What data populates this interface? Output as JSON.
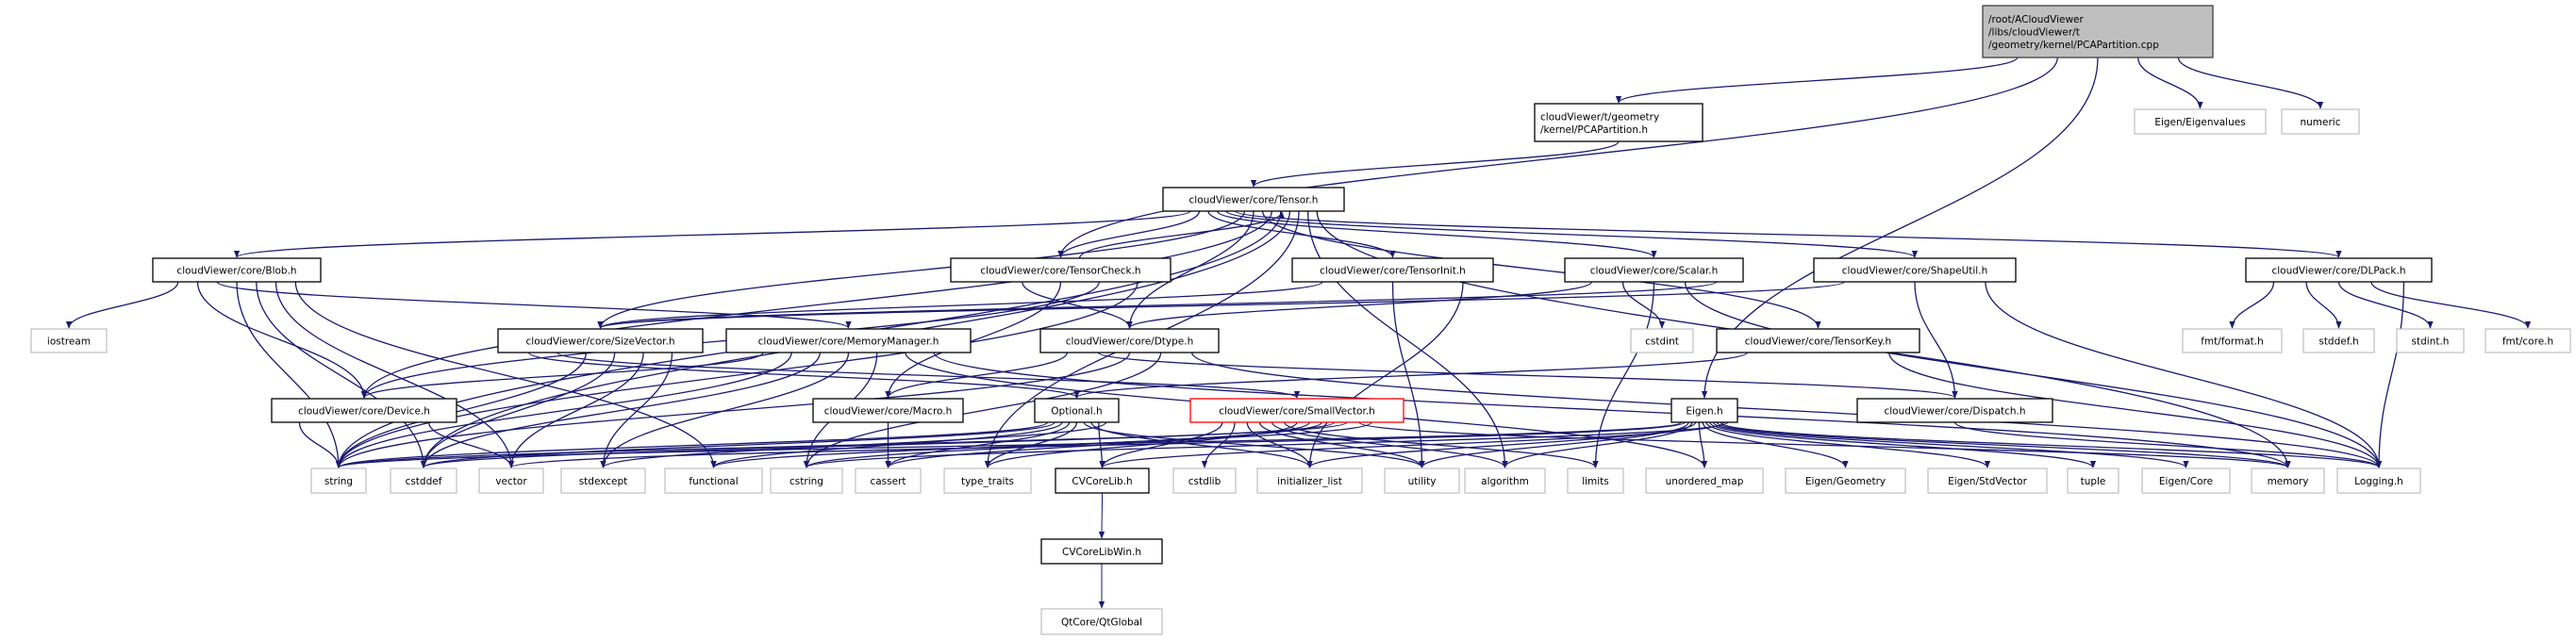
{
  "colors": {
    "edge": "#191970",
    "node_border": "#000000",
    "external_border": "#bfbfbf",
    "highlight_border": "#ff0000",
    "root_fill": "#bfbfbf",
    "root_border": "#404040"
  },
  "nodes": [
    {
      "id": "root",
      "label": [
        "/root/ACloudViewer",
        "/libs/cloudViewer/t",
        "/geometry/kernel/PCAPartition.cpp"
      ],
      "kind": "root"
    },
    {
      "id": "pcah",
      "label": [
        "cloudViewer/t/geometry",
        "/kernel/PCAPartition.h"
      ],
      "kind": "file"
    },
    {
      "id": "eigenvalues",
      "label": [
        "Eigen/Eigenvalues"
      ],
      "kind": "external"
    },
    {
      "id": "numeric",
      "label": [
        "numeric"
      ],
      "kind": "external"
    },
    {
      "id": "tensor",
      "label": [
        "cloudViewer/core/Tensor.h"
      ],
      "kind": "file"
    },
    {
      "id": "blob",
      "label": [
        "cloudViewer/core/Blob.h"
      ],
      "kind": "file"
    },
    {
      "id": "tensorcheck",
      "label": [
        "cloudViewer/core/TensorCheck.h"
      ],
      "kind": "file"
    },
    {
      "id": "tensorinit",
      "label": [
        "cloudViewer/core/TensorInit.h"
      ],
      "kind": "file"
    },
    {
      "id": "scalar",
      "label": [
        "cloudViewer/core/Scalar.h"
      ],
      "kind": "file"
    },
    {
      "id": "shapeutil",
      "label": [
        "cloudViewer/core/ShapeUtil.h"
      ],
      "kind": "file"
    },
    {
      "id": "dlpack",
      "label": [
        "cloudViewer/core/DLPack.h"
      ],
      "kind": "file"
    },
    {
      "id": "iostream",
      "label": [
        "iostream"
      ],
      "kind": "external"
    },
    {
      "id": "sizevector",
      "label": [
        "cloudViewer/core/SizeVector.h"
      ],
      "kind": "file"
    },
    {
      "id": "memorymanager",
      "label": [
        "cloudViewer/core/MemoryManager.h"
      ],
      "kind": "file"
    },
    {
      "id": "dtype",
      "label": [
        "cloudViewer/core/Dtype.h"
      ],
      "kind": "file"
    },
    {
      "id": "cstdint",
      "label": [
        "cstdint"
      ],
      "kind": "external"
    },
    {
      "id": "tensorkey",
      "label": [
        "cloudViewer/core/TensorKey.h"
      ],
      "kind": "file"
    },
    {
      "id": "fmtformat",
      "label": [
        "fmt/format.h"
      ],
      "kind": "external"
    },
    {
      "id": "stddef",
      "label": [
        "stddef.h"
      ],
      "kind": "external"
    },
    {
      "id": "stdint",
      "label": [
        "stdint.h"
      ],
      "kind": "external"
    },
    {
      "id": "fmtcore",
      "label": [
        "fmt/core.h"
      ],
      "kind": "external"
    },
    {
      "id": "device",
      "label": [
        "cloudViewer/core/Device.h"
      ],
      "kind": "file"
    },
    {
      "id": "macro",
      "label": [
        "cloudViewer/core/Macro.h"
      ],
      "kind": "file"
    },
    {
      "id": "optional",
      "label": [
        "Optional.h"
      ],
      "kind": "file"
    },
    {
      "id": "smallvector",
      "label": [
        "cloudViewer/core/SmallVector.h"
      ],
      "kind": "highlight"
    },
    {
      "id": "eigen",
      "label": [
        "Eigen.h"
      ],
      "kind": "file"
    },
    {
      "id": "dispatch",
      "label": [
        "cloudViewer/core/Dispatch.h"
      ],
      "kind": "file"
    },
    {
      "id": "string",
      "label": [
        "string"
      ],
      "kind": "external"
    },
    {
      "id": "cstddef",
      "label": [
        "cstddef"
      ],
      "kind": "external"
    },
    {
      "id": "vector",
      "label": [
        "vector"
      ],
      "kind": "external"
    },
    {
      "id": "stdexcept",
      "label": [
        "stdexcept"
      ],
      "kind": "external"
    },
    {
      "id": "functional",
      "label": [
        "functional"
      ],
      "kind": "external"
    },
    {
      "id": "cstring",
      "label": [
        "cstring"
      ],
      "kind": "external"
    },
    {
      "id": "cassert",
      "label": [
        "cassert"
      ],
      "kind": "external"
    },
    {
      "id": "type_traits",
      "label": [
        "type_traits"
      ],
      "kind": "external"
    },
    {
      "id": "cvcorelib",
      "label": [
        "CVCoreLib.h"
      ],
      "kind": "file"
    },
    {
      "id": "cstdlib",
      "label": [
        "cstdlib"
      ],
      "kind": "external"
    },
    {
      "id": "initializer_list",
      "label": [
        "initializer_list"
      ],
      "kind": "external"
    },
    {
      "id": "utility",
      "label": [
        "utility"
      ],
      "kind": "external"
    },
    {
      "id": "algorithm",
      "label": [
        "algorithm"
      ],
      "kind": "external"
    },
    {
      "id": "limits",
      "label": [
        "limits"
      ],
      "kind": "external"
    },
    {
      "id": "unordered_map",
      "label": [
        "unordered_map"
      ],
      "kind": "external"
    },
    {
      "id": "eigengeometry",
      "label": [
        "Eigen/Geometry"
      ],
      "kind": "external"
    },
    {
      "id": "eigenstdvector",
      "label": [
        "Eigen/StdVector"
      ],
      "kind": "external"
    },
    {
      "id": "tuple",
      "label": [
        "tuple"
      ],
      "kind": "external"
    },
    {
      "id": "eigencore",
      "label": [
        "Eigen/Core"
      ],
      "kind": "external"
    },
    {
      "id": "memory",
      "label": [
        "memory"
      ],
      "kind": "external"
    },
    {
      "id": "logging",
      "label": [
        "Logging.h"
      ],
      "kind": "external"
    },
    {
      "id": "cvcorelibwin",
      "label": [
        "CVCoreLibWin.h"
      ],
      "kind": "file"
    },
    {
      "id": "qtglobal",
      "label": [
        "QtCore/QtGlobal"
      ],
      "kind": "external"
    }
  ],
  "edges": [
    [
      "root",
      "pcah"
    ],
    [
      "root",
      "tensorcheck"
    ],
    [
      "root",
      "eigen"
    ],
    [
      "root",
      "eigenvalues"
    ],
    [
      "root",
      "numeric"
    ],
    [
      "pcah",
      "tensor"
    ],
    [
      "tensor",
      "blob"
    ],
    [
      "tensor",
      "tensorcheck"
    ],
    [
      "tensor",
      "tensorinit"
    ],
    [
      "tensor",
      "scalar"
    ],
    [
      "tensor",
      "shapeutil"
    ],
    [
      "tensor",
      "dlpack"
    ],
    [
      "tensor",
      "sizevector"
    ],
    [
      "tensor",
      "dtype"
    ],
    [
      "tensor",
      "tensorkey"
    ],
    [
      "tensor",
      "device"
    ],
    [
      "tensor",
      "string"
    ],
    [
      "tensor",
      "cstddef"
    ],
    [
      "tensor",
      "type_traits"
    ],
    [
      "tensor",
      "algorithm"
    ],
    [
      "tensor",
      "memory"
    ],
    [
      "tensorcheck",
      "tensor"
    ],
    [
      "tensorcheck",
      "dtype"
    ],
    [
      "tensorcheck",
      "macro"
    ],
    [
      "tensorcheck",
      "device"
    ],
    [
      "tensorcheck",
      "string"
    ],
    [
      "blob",
      "iostream"
    ],
    [
      "blob",
      "device"
    ],
    [
      "blob",
      "memorymanager"
    ],
    [
      "blob",
      "string"
    ],
    [
      "blob",
      "cstddef"
    ],
    [
      "blob",
      "vector"
    ],
    [
      "blob",
      "functional"
    ],
    [
      "tensorinit",
      "sizevector"
    ],
    [
      "tensorinit",
      "utility"
    ],
    [
      "tensorinit",
      "initializer_list"
    ],
    [
      "scalar",
      "dtype"
    ],
    [
      "scalar",
      "cstdint"
    ],
    [
      "scalar",
      "limits"
    ],
    [
      "scalar",
      "logging"
    ],
    [
      "scalar",
      "sizevector"
    ],
    [
      "shapeutil",
      "sizevector"
    ],
    [
      "shapeutil",
      "dispatch"
    ],
    [
      "shapeutil",
      "logging"
    ],
    [
      "dlpack",
      "fmtformat"
    ],
    [
      "dlpack",
      "stddef"
    ],
    [
      "dlpack",
      "stdint"
    ],
    [
      "dlpack",
      "fmtcore"
    ],
    [
      "dlpack",
      "logging"
    ],
    [
      "sizevector",
      "optional"
    ],
    [
      "sizevector",
      "smallvector"
    ],
    [
      "sizevector",
      "string"
    ],
    [
      "sizevector",
      "cstddef"
    ],
    [
      "sizevector",
      "vector"
    ],
    [
      "sizevector",
      "stdexcept"
    ],
    [
      "memorymanager",
      "device"
    ],
    [
      "memorymanager",
      "string"
    ],
    [
      "memorymanager",
      "cstddef"
    ],
    [
      "memorymanager",
      "stdexcept"
    ],
    [
      "memorymanager",
      "cstring"
    ],
    [
      "memorymanager",
      "unordered_map"
    ],
    [
      "memorymanager",
      "memory"
    ],
    [
      "dtype",
      "macro"
    ],
    [
      "dtype",
      "dispatch"
    ],
    [
      "dtype",
      "string"
    ],
    [
      "dtype",
      "cstring"
    ],
    [
      "dtype",
      "logging"
    ],
    [
      "tensorkey",
      "optional"
    ],
    [
      "tensorkey",
      "logging"
    ],
    [
      "device",
      "string"
    ],
    [
      "device",
      "vector"
    ],
    [
      "macro",
      "cassert"
    ],
    [
      "optional",
      "string"
    ],
    [
      "optional",
      "cstddef"
    ],
    [
      "optional",
      "functional"
    ],
    [
      "optional",
      "cassert"
    ],
    [
      "optional",
      "type_traits"
    ],
    [
      "optional",
      "utility"
    ],
    [
      "optional",
      "initializer_list"
    ],
    [
      "optional",
      "cvcorelib"
    ],
    [
      "optional",
      "stdexcept"
    ],
    [
      "smallvector",
      "cvcorelib"
    ],
    [
      "smallvector",
      "cstdlib"
    ],
    [
      "smallvector",
      "initializer_list"
    ],
    [
      "smallvector",
      "utility"
    ],
    [
      "smallvector",
      "algorithm"
    ],
    [
      "smallvector",
      "limits"
    ],
    [
      "smallvector",
      "type_traits"
    ],
    [
      "smallvector",
      "cassert"
    ],
    [
      "smallvector",
      "cstring"
    ],
    [
      "smallvector",
      "cstddef"
    ],
    [
      "smallvector",
      "string"
    ],
    [
      "smallvector",
      "memory"
    ],
    [
      "smallvector",
      "functional"
    ],
    [
      "eigen",
      "string"
    ],
    [
      "eigen",
      "vector"
    ],
    [
      "eigen",
      "utility"
    ],
    [
      "eigen",
      "algorithm"
    ],
    [
      "eigen",
      "initializer_list"
    ],
    [
      "eigen",
      "unordered_map"
    ],
    [
      "eigen",
      "eigengeometry"
    ],
    [
      "eigen",
      "eigenstdvector"
    ],
    [
      "eigen",
      "tuple"
    ],
    [
      "eigen",
      "eigencore"
    ],
    [
      "eigen",
      "memory"
    ],
    [
      "eigen",
      "logging"
    ],
    [
      "eigen",
      "cvcorelib"
    ],
    [
      "eigen",
      "cstring"
    ],
    [
      "dispatch",
      "logging"
    ],
    [
      "cvcorelib",
      "cvcorelibwin"
    ],
    [
      "cvcorelibwin",
      "qtglobal"
    ]
  ]
}
